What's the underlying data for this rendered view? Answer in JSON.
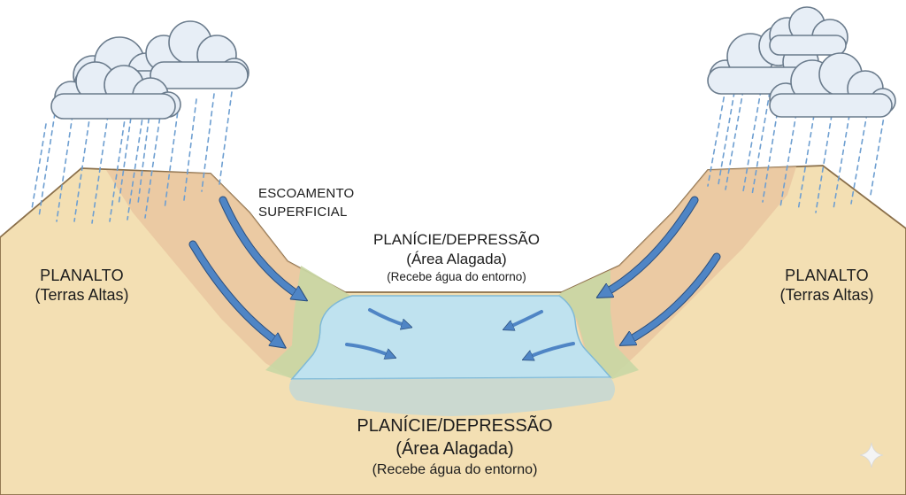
{
  "labels": {
    "left_plateau": {
      "title": "PLANALTO",
      "subtitle": "(Terras Altas)"
    },
    "right_plateau": {
      "title": "PLANALTO",
      "subtitle": "(Terras Altas)"
    },
    "runoff": {
      "line1": "ESCOAMENTO",
      "line2": "SUPERFICIAL"
    },
    "plain_top": {
      "title": "PLANÍCIE/DEPRESSÃO",
      "subtitle": "(Área Alagada)",
      "note": "(Recebe água do entorno)"
    },
    "plain_bottom": {
      "title": "PLANÍCIE/DEPRESSÃO",
      "subtitle": "(Área Alagada)",
      "note": "(Recebe água do entorno)"
    }
  },
  "colors": {
    "ground": "#f3dfb3",
    "slope": "#e8c39e",
    "vegetation": "#c9d7a4",
    "water": "#bfe2ef",
    "water_edge": "#7fb9d6",
    "arrow": "#4f85c5",
    "rain": "#6e9fd1",
    "cloud": "#e7eef6"
  },
  "icons": [
    "rain-cloud-icon",
    "flow-arrow-icon",
    "sparkle-icon"
  ]
}
